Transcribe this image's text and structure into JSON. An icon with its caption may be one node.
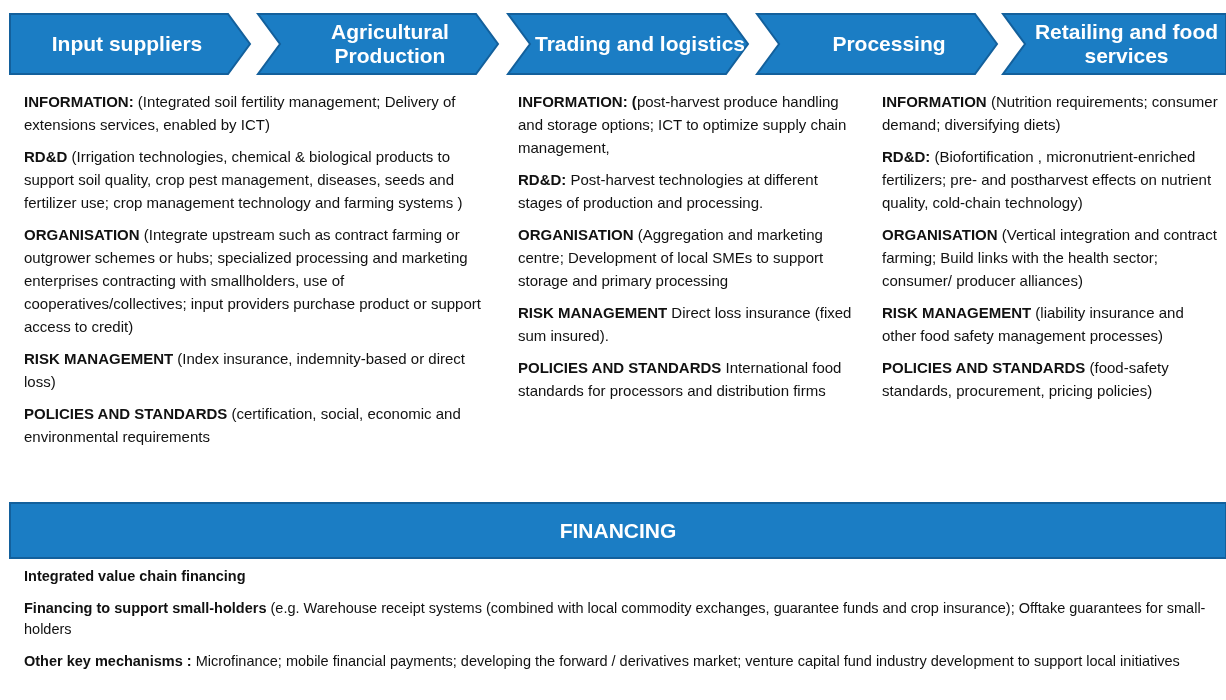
{
  "diagram": {
    "nodes": [
      {
        "text": [
          "Input suppliers"
        ]
      },
      {
        "text": [
          "Agricultural Production"
        ]
      },
      {
        "text": [
          "Trading and logistics"
        ]
      },
      {
        "text": [
          "Processing"
        ]
      },
      {
        "text": [
          "Retailing and food services"
        ]
      },
      {
        "text": [
          "FINANCING"
        ]
      }
    ],
    "labels": [
      "**INFORMATION:** (Integrated soil fertility management; Delivery of extensions services, enabled by ICT)",
      "**RD&D** (Irrigation technologies, chemical & biological products to support soil quality, crop pest management, diseases, seeds and fertilizer use; crop management technology and farming systems )",
      "**ORGANISATION** (Integrate upstream such as contract farming or outgrower schemes or hubs; specialized processing and marketing enterprises contracting with smallholders, use of cooperatives/collectives; input providers purchase product or support access to credit)",
      "**RISK MANAGEMENT** (Index insurance, indemnity-based or direct loss)",
      "**POLICIES AND STANDARDS** (certification, social, economic and environmental requirements",
      "**INFORMATION: (**post-harvest produce handling and storage options; ICT to optimize supply chain management,",
      "**RD&D:** Post-harvest technologies at different stages of production and processing.",
      "**ORGANISATION** (Aggregation and marketing centre; Development of local SMEs to support storage and primary processing",
      "**RISK MANAGEMENT** Direct loss insurance (fixed sum insured).",
      "**POLICIES AND STANDARDS** International food standards for processors and distribution firms",
      "**INFORMATION** (Nutrition requirements; consumer demand; diversifying diets)",
      "**RD&D:** (Biofortification , micronutrient-enriched fertilizers; pre- and postharvest effects on nutrient quality, cold-chain technology)",
      "**ORGANISATION** (Vertical integration and contract farming; Build links with the health sector; consumer/ producer alliances)",
      "**RISK MANAGEMENT** (liability insurance and other food safety management processes)",
      "**POLICIES AND STANDARDS** (food-safety standards, procurement, pricing policies)",
      "Integrated value chain financing",
      "**Financing to support small-holders** (e.g. Warehouse receipt systems (combined with local commodity exchanges, guarantee funds and crop insurance); Offtake guarantees for small-holders",
      "**Other key mechanisms :** Microfinance; mobile financial payments; developing the forward / derivatives market; venture capital fund industry development to support local initiatives"
    ]
  }
}
